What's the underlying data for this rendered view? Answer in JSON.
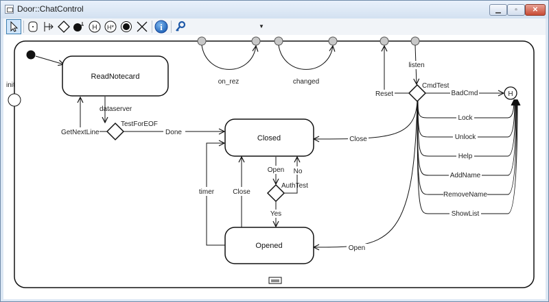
{
  "window": {
    "title": "Door::ChatControl",
    "min_glyph": "▁",
    "max_glyph": "▫",
    "close_glyph": "✕"
  },
  "toolbar": {
    "icons": [
      "pointer-icon",
      "state-icon",
      "choice-junction-icon",
      "choice-diamond-icon",
      "final-state-icon",
      "history-icon",
      "deep-history-icon",
      "initial-state-icon",
      "delete-icon",
      "info-icon",
      "key-icon"
    ],
    "history_glyph": "H",
    "deep_history_glyph": "H*",
    "info_glyph": "i",
    "dropdown_glyph": "▼"
  },
  "diagram": {
    "states": {
      "read_notecard": "ReadNotecard",
      "closed": "Closed",
      "opened": "Opened",
      "history": "H"
    },
    "choices": {
      "test_for_eof": "TestForEOF",
      "auth_test": "AuthTest",
      "cmd_test": "CmdTest"
    },
    "ports": {
      "init": "init"
    },
    "events": {
      "on_rez": "on_rez",
      "changed": "changed",
      "listen": "listen",
      "reset": "Reset",
      "dataserver": "dataserver",
      "get_next_line": "GetNextLine",
      "done": "Done",
      "close_from_cmd": "Close",
      "open": "Open",
      "no": "No",
      "yes": "Yes",
      "timer": "timer",
      "close": "Close",
      "open_from_cmd": "Open",
      "bad_cmd": "BadCmd",
      "lock": "Lock",
      "unlock": "Unlock",
      "help": "Help",
      "add_name": "AddName",
      "remove_name": "RemoveName",
      "show_list": "ShowList"
    }
  }
}
